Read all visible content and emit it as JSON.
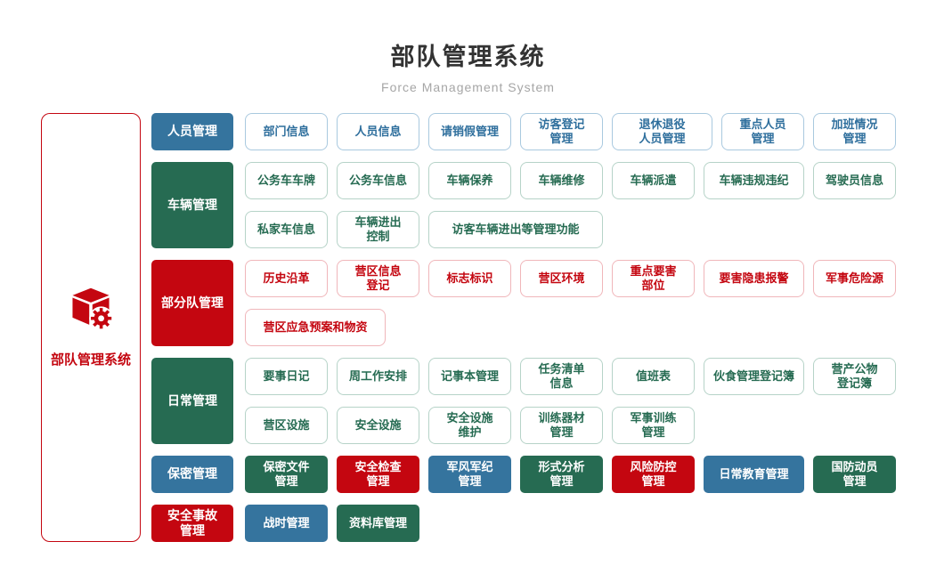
{
  "header": {
    "title": "部队管理系统",
    "subtitle": "Force Management System"
  },
  "sidebar": {
    "label": "部队管理系统",
    "icon": "cube-gear-icon"
  },
  "colors": {
    "blue": "#35749e",
    "green": "#266b52",
    "red": "#c40610",
    "blue_outline": "#a9c9df",
    "green_outline": "#b6d3c8",
    "red_outline": "#f0b6ba",
    "title_text": "#333333",
    "subtitle_text": "#a6a6a6"
  },
  "groups": [
    {
      "label": "人员管理",
      "color": "blue",
      "lines": [
        [
          "部门信息",
          "人员信息",
          "请销假管理",
          "访客登记\n管理",
          "退休退役\n人员管理",
          "重点人员\n管理",
          "加班情况\n管理"
        ]
      ]
    },
    {
      "label": "车辆管理",
      "color": "green",
      "lines": [
        [
          "公务车车牌",
          "公务车信息",
          "车辆保养",
          "车辆维修",
          "车辆派遣",
          "车辆违规违纪",
          "驾驶员信息"
        ],
        [
          "私家车信息",
          "车辆进出\n控制",
          "访客车辆进出等管理功能"
        ]
      ]
    },
    {
      "label": "部分队管理",
      "color": "red",
      "lines": [
        [
          "历史沿革",
          "营区信息\n登记",
          "标志标识",
          "营区环境",
          "重点要害\n部位",
          "要害隐患报警",
          "军事危险源"
        ],
        [
          "营区应急预案和物资"
        ]
      ]
    },
    {
      "label": "日常管理",
      "color": "green",
      "lines": [
        [
          "要事日记",
          "周工作安排",
          "记事本管理",
          "任务清单\n信息",
          "值班表",
          "伙食管理登记簿",
          "营产公物\n登记簿"
        ],
        [
          "营区设施",
          "安全设施",
          "安全设施\n维护",
          "训练器材\n管理",
          "军事训练\n管理"
        ]
      ]
    },
    {
      "label": "保密管理",
      "color": "blue",
      "items": [
        {
          "label": "保密文件\n管理",
          "color": "green"
        },
        {
          "label": "安全检查\n管理",
          "color": "red"
        },
        {
          "label": "军风军纪\n管理",
          "color": "blue"
        },
        {
          "label": "形式分析\n管理",
          "color": "green"
        },
        {
          "label": "风险防控\n管理",
          "color": "red"
        },
        {
          "label": "日常教育管理",
          "color": "blue"
        },
        {
          "label": "国防动员\n管理",
          "color": "green"
        }
      ]
    }
  ],
  "bottom_row": {
    "items": [
      {
        "label": "安全事故\n管理",
        "color": "red"
      },
      {
        "label": "战时管理",
        "color": "blue"
      },
      {
        "label": "资料库管理",
        "color": "green"
      }
    ]
  }
}
